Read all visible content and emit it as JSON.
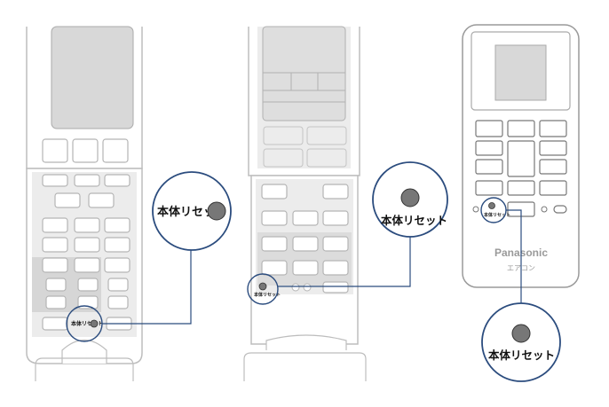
{
  "remotes": [
    {
      "id": "remote-1",
      "small_label": "本体リセット",
      "callout_label": "本体リセット"
    },
    {
      "id": "remote-2",
      "small_label": "本体リセット",
      "callout_label": "本体リセット"
    },
    {
      "id": "remote-3",
      "small_label": "本体リセット",
      "callout_label": "本体リセット",
      "brand": "Panasonic",
      "subbrand": "エアコン"
    }
  ],
  "colors": {
    "callout_stroke": "#2b4c7e",
    "reset_button_fill": "#777777",
    "outline": "#bdbdbd",
    "panel_gray": "#e3e3e3"
  }
}
